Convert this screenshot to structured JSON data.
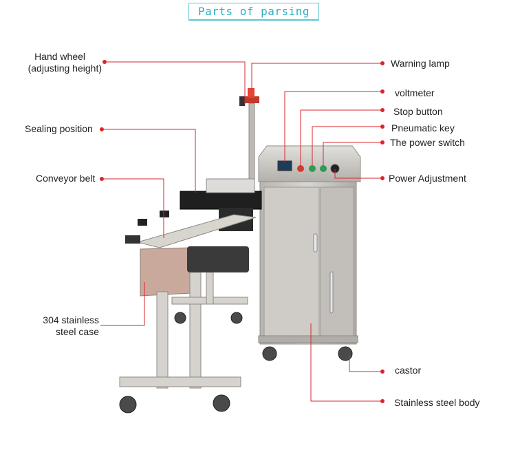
{
  "title": "Parts of parsing",
  "labels_left": {
    "hand_wheel_1": "Hand wheel",
    "hand_wheel_2": "(adjusting height)",
    "sealing_position": "Sealing position",
    "conveyor_belt": "Conveyor belt",
    "steel_case_1": "304 stainless",
    "steel_case_2": "steel case"
  },
  "labels_right": {
    "warning_lamp": "Warning lamp",
    "voltmeter": "voltmeter",
    "stop_button": "Stop button",
    "pneumatic_key": "Pneumatic key",
    "power_switch": "The power switch",
    "power_adjustment": "Power Adjustment",
    "castor": "castor",
    "stainless_body": "Stainless steel body"
  },
  "colors": {
    "leader_line": "#d9262c",
    "title": "#2aaec5",
    "machine_steel": "#c8c5c0"
  }
}
